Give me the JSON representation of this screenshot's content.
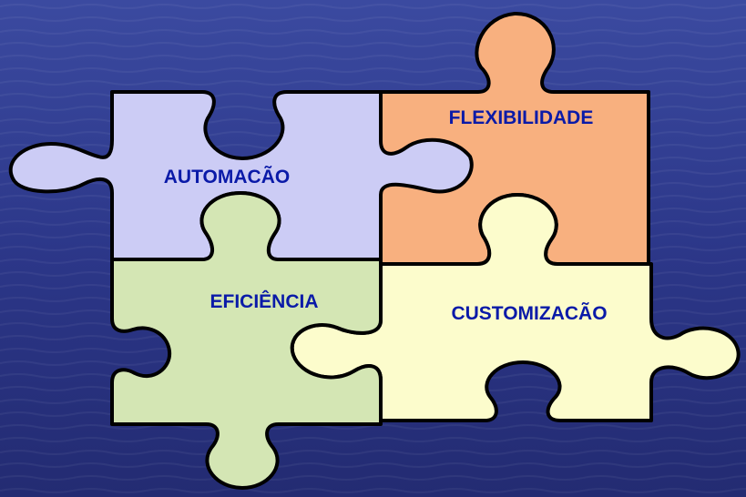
{
  "pieces": [
    {
      "key": "automacao",
      "label": "AUTOMACÃO",
      "fill": "#ccccf5"
    },
    {
      "key": "flexibilidade",
      "label": "FLEXIBILIDADE",
      "fill": "#f8b07f"
    },
    {
      "key": "eficiencia",
      "label": "EFICIÊNCIA",
      "fill": "#d4e6b4"
    },
    {
      "key": "customizacao",
      "label": "CUSTOMIZACÃO",
      "fill": "#fcfccc"
    }
  ],
  "colors": {
    "background": "#2f3a86",
    "label_text": "#0a1aa8",
    "outline": "#000000"
  }
}
